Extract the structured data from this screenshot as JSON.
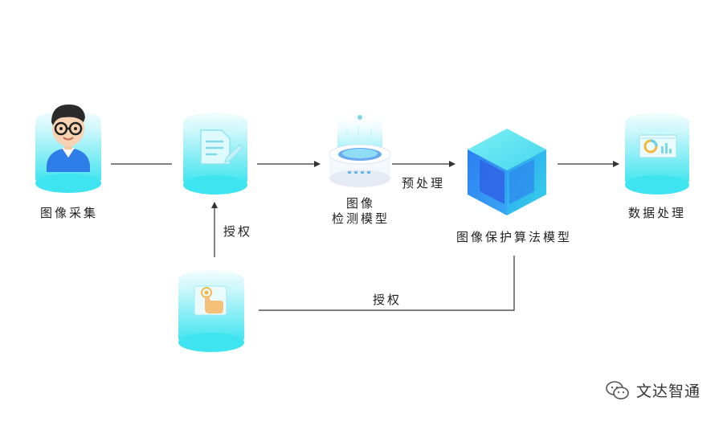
{
  "nodes": {
    "image_capture": {
      "label": "图像采集"
    },
    "document": {
      "label": ""
    },
    "detection_model": {
      "label_line1": "图像",
      "label_line2": "检测模型"
    },
    "protection_model": {
      "label": "图像保护算法模型"
    },
    "data_processing": {
      "label": "数据处理"
    },
    "authorization_source": {
      "label": ""
    }
  },
  "edges": {
    "preprocess": {
      "label": "预处理"
    },
    "authorize_vertical": {
      "label": "授权"
    },
    "authorize_horizontal": {
      "label": "授权"
    }
  },
  "brand": {
    "text": "文达智通",
    "icon": "wechat-icon"
  },
  "colors": {
    "cyan_top": "#a6f0f7",
    "cyan_bottom": "#3fe3ef",
    "arrow": "#333333",
    "cube_front": "#2f8cf0",
    "cube_top": "#5ee0f0"
  }
}
